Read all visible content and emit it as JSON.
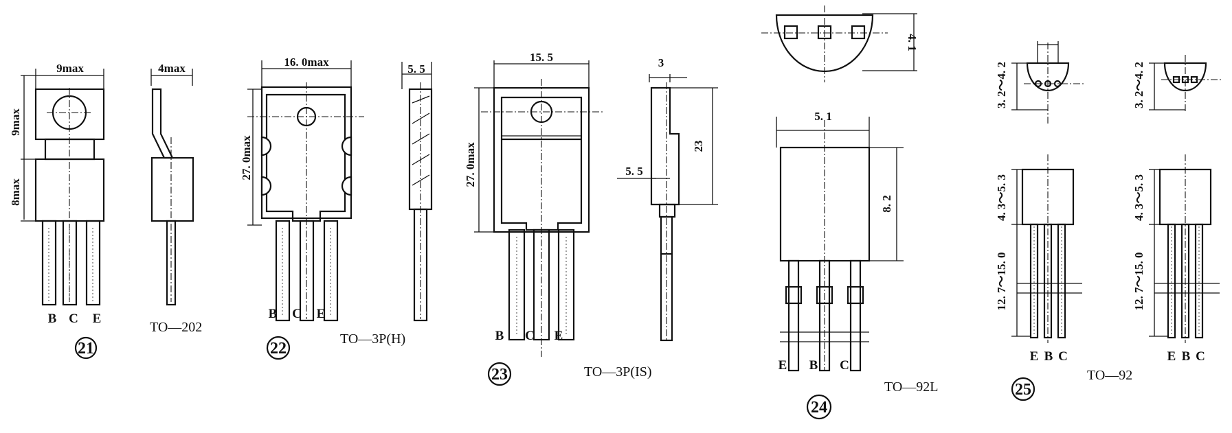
{
  "packages": [
    {
      "id": "21",
      "name": "TO—202",
      "dims": {
        "width": "9max",
        "upper_height": "9max",
        "lower_height": "8max",
        "thickness": "4max"
      },
      "pins": [
        "B",
        "C",
        "E"
      ]
    },
    {
      "id": "22",
      "name": "TO—3P(H)",
      "dims": {
        "width": "16. 0max",
        "height": "27. 0max",
        "thickness": "5. 5"
      },
      "pins": [
        "B",
        "C",
        "E"
      ]
    },
    {
      "id": "23",
      "name": "TO—3P(IS)",
      "dims": {
        "width": "15. 5",
        "height": "27. 0max",
        "thickness": "3",
        "side_height": "23",
        "tab": "5. 5"
      },
      "pins": [
        "B",
        "C",
        "E"
      ]
    },
    {
      "id": "24",
      "name": "TO—92L",
      "dims": {
        "top_depth": "4. 1",
        "width": "5. 1",
        "height": "8. 2"
      },
      "pins": [
        "E",
        "B",
        "C"
      ]
    },
    {
      "id": "25",
      "name": "TO—92",
      "dims": {
        "top_depth": "3. 2～4. 2",
        "body_height": "4. 3～5. 3",
        "lead_length": "12. 7～15. 0"
      },
      "pins": [
        "E",
        "B",
        "C"
      ]
    }
  ]
}
